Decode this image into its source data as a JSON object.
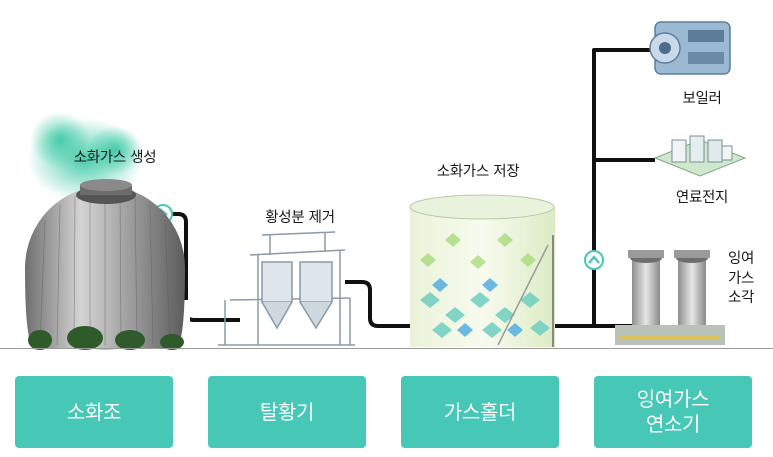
{
  "captions": {
    "generation": "소화가스 생성",
    "desulfurization": "황성분 제거",
    "storage": "소화가스 저장",
    "boiler": "보일러",
    "fuel_cell": "연료전지",
    "excess_burn": "잉여\n가스\n소각"
  },
  "steps": [
    {
      "label": "소화조"
    },
    {
      "label": "탈황기"
    },
    {
      "label": "가스홀더"
    },
    {
      "label": "잉여가스\n연소기"
    }
  ],
  "colors": {
    "button": "#47c7b6",
    "pipe": "#111111",
    "arrow_ring": "#47c7b6",
    "gas_cloud": "#3fcaa6"
  }
}
